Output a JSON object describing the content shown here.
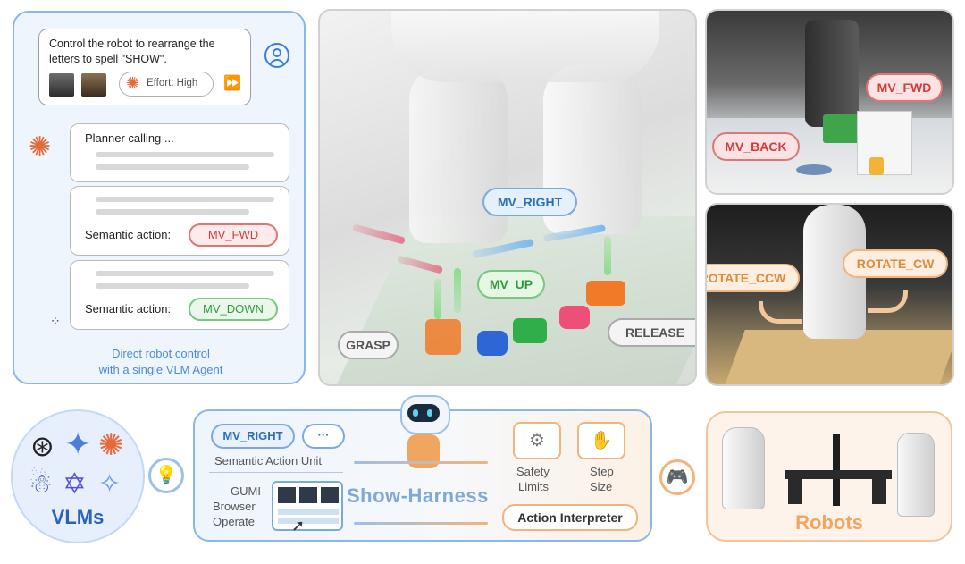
{
  "chat": {
    "user_prompt_line1": "Control the robot to rearrange the",
    "user_prompt_line2": "letters to spell \"SHOW\".",
    "effort": "Effort: High",
    "planner": "Planner calling ...",
    "semantic_action_label_1": "Semantic action:",
    "semantic_action_value_1": "MV_FWD",
    "semantic_action_label_2": "Semantic action:",
    "semantic_action_value_2": "MV_DOWN",
    "caption_line1": "Direct robot control",
    "caption_line2": "with a single VLM Agent"
  },
  "main_scene": {
    "mv_right": "MV_RIGHT",
    "mv_up": "MV_UP",
    "grasp": "GRASP",
    "release": "RELEASE"
  },
  "top_right_scene": {
    "mv_fwd": "MV_FWD",
    "mv_back": "MV_BACK"
  },
  "mid_right_scene": {
    "rotate_ccw": "ROTATE_CCW",
    "rotate_cw": "ROTATE_CW"
  },
  "vlms": {
    "label": "VLMs"
  },
  "harness": {
    "unit_value": "MV_RIGHT",
    "unit_more": "···",
    "unit_caption": "Semantic Action Unit",
    "gumi_line1": "GUMI",
    "gumi_line2": "Browser",
    "gumi_line3": "Operate",
    "title": "Show-Harness",
    "safety_line1": "Safety",
    "safety_line2": "Limits",
    "step_line1": "Step",
    "step_line2": "Size",
    "interpreter": "Action Interpreter"
  },
  "robots": {
    "label": "Robots"
  },
  "colors": {
    "accent_blue": "#5b9ae0",
    "accent_orange": "#f0a661",
    "red": "#d23c3c",
    "green": "#2f9a3c"
  }
}
